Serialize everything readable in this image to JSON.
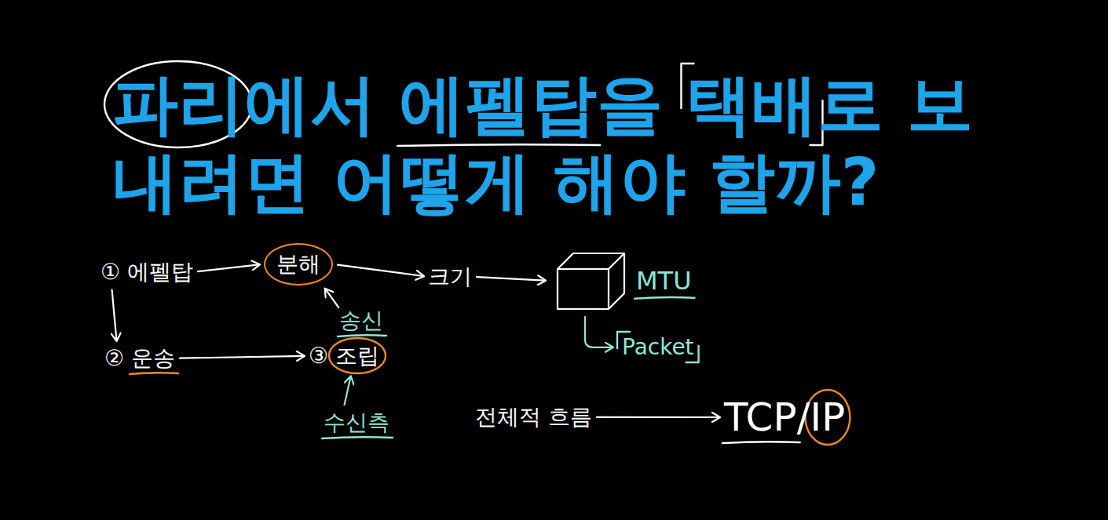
{
  "diagram": {
    "title": "파리에서 에펠탑을 택배로 보내려면 어떻게 해야 할까?",
    "nodes": [
      {
        "text": [
          "① 에펠탑"
        ]
      },
      {
        "text": [
          "분해"
        ]
      },
      {
        "text": [
          "크기"
        ]
      },
      {
        "text": [
          "MTU"
        ]
      },
      {
        "text": [
          "Packet"
        ]
      },
      {
        "text": [
          "송신"
        ]
      },
      {
        "text": [
          "② 운송"
        ]
      },
      {
        "text": [
          "③ 조립"
        ]
      },
      {
        "text": [
          "수신측"
        ]
      },
      {
        "text": [
          "전체적 흐름"
        ]
      },
      {
        "text": [
          "TCP/IP"
        ]
      }
    ],
    "edges": [
      {
        "from": 0,
        "to": 1,
        "arrow": "to"
      },
      {
        "from": 1,
        "to": 2,
        "arrow": "to"
      },
      {
        "from": 2,
        "to": 3,
        "arrow": "to"
      },
      {
        "from": 3,
        "to": 4,
        "arrow": "to"
      },
      {
        "from": 5,
        "to": 1,
        "arrow": "to"
      },
      {
        "from": 0,
        "to": 6,
        "arrow": "to"
      },
      {
        "from": 6,
        "to": 7,
        "arrow": "to"
      },
      {
        "from": 8,
        "to": 7,
        "arrow": "to"
      },
      {
        "from": 9,
        "to": 10,
        "arrow": "to"
      }
    ]
  }
}
